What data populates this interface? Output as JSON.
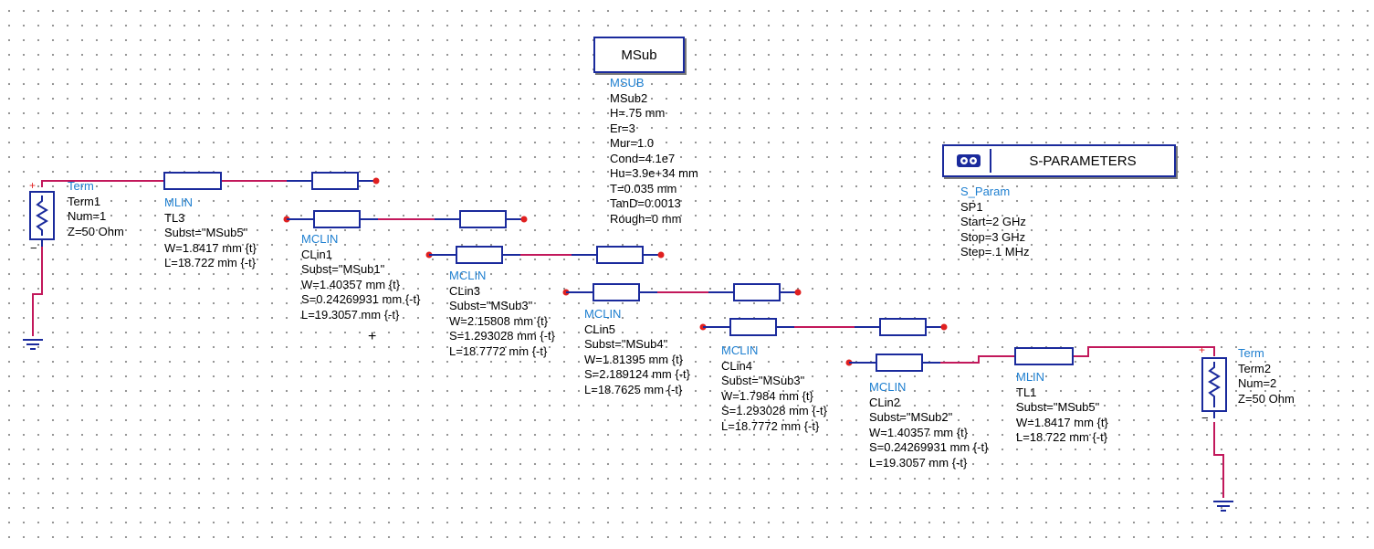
{
  "components": {
    "term1": [
      "Term",
      "Term1",
      "Num=1",
      "Z=50 Ohm"
    ],
    "tl3": [
      "MLIN",
      "TL3",
      "Subst=\"MSub5\"",
      "W=1.8417 mm {t}",
      "L=18.722 mm {-t}"
    ],
    "clin1": [
      "MCLIN",
      "CLin1",
      "Subst=\"MSub1\"",
      "W=1.40357 mm {t}",
      "S=0.24269931 mm {-t}",
      "L=19.3057 mm {-t}"
    ],
    "clin3": [
      "MCLIN",
      "CLin3",
      "Subst=\"MSub3\"",
      "W=2.15808 mm {t}",
      "S=1.293028 mm {-t}",
      "L=18.7772 mm {-t}"
    ],
    "clin5": [
      "MCLIN",
      "CLin5",
      "Subst=\"MSub4\"",
      "W=1.81395 mm {t}",
      "S=2.189124 mm {-t}",
      "L=18.7625 mm {-t}"
    ],
    "clin4": [
      "MCLIN",
      "CLin4",
      "Subst=\"MSub3\"",
      "W=1.7984 mm {t}",
      "S=1.293028 mm {-t}",
      "L=18.7772 mm {-t}"
    ],
    "clin2": [
      "MCLIN",
      "CLin2",
      "Subst=\"MSub2\"",
      "W=1.40357 mm {t}",
      "S=0.24269931 mm {-t}",
      "L=19.3057 mm {-t}"
    ],
    "tl1": [
      "MLIN",
      "TL1",
      "Subst=\"MSub5\"",
      "W=1.8417 mm {t}",
      "L=18.722 mm {-t}"
    ],
    "term2": [
      "Term",
      "Term2",
      "Num=2",
      "Z=50 Ohm"
    ],
    "msub": [
      "MSUB",
      "MSub2",
      "H=.75 mm",
      "Er=3",
      "Mur=1.0",
      "Cond=4.1e7",
      "Hu=3.9e+34 mm",
      "T=0.035 mm",
      "TanD=0.0013",
      "Rough=0 mm"
    ],
    "sparam": [
      "S_Param",
      "SP1",
      "Start=2 GHz",
      "Stop=3 GHz",
      "Step=.1 MHz"
    ]
  },
  "blocks": {
    "msub_title": "MSub",
    "sparam_title": "S-PARAMETERS",
    "sparam_icon": "simulation-controller-icon"
  },
  "colors": {
    "wire": "#c2185b",
    "component": "#1a2a9c",
    "pin": "#e02020",
    "type_label": "#1e7fd0"
  }
}
